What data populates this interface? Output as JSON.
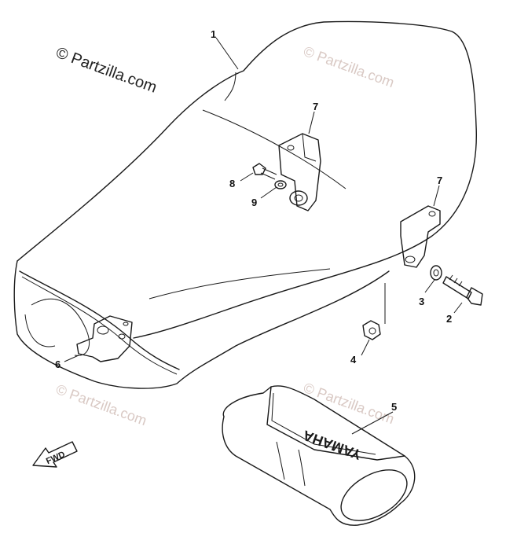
{
  "watermarks": [
    {
      "text": "© Partzilla.com",
      "style": "dark"
    },
    {
      "text": "© Partzilla.com",
      "style": "light"
    },
    {
      "text": "© Partzilla.com",
      "style": "light"
    },
    {
      "text": "© Partzilla.com",
      "style": "light"
    }
  ],
  "callouts": [
    "1",
    "7",
    "8",
    "9",
    "7",
    "3",
    "2",
    "4",
    "6",
    "5"
  ],
  "tool_bag_logo": "YAMAHA",
  "direction_arrow": {
    "label": "FWD"
  },
  "colors": {
    "ink": "#1a1a1a",
    "watermark_dark": "#222222",
    "watermark_light": "#d9c9c4"
  }
}
